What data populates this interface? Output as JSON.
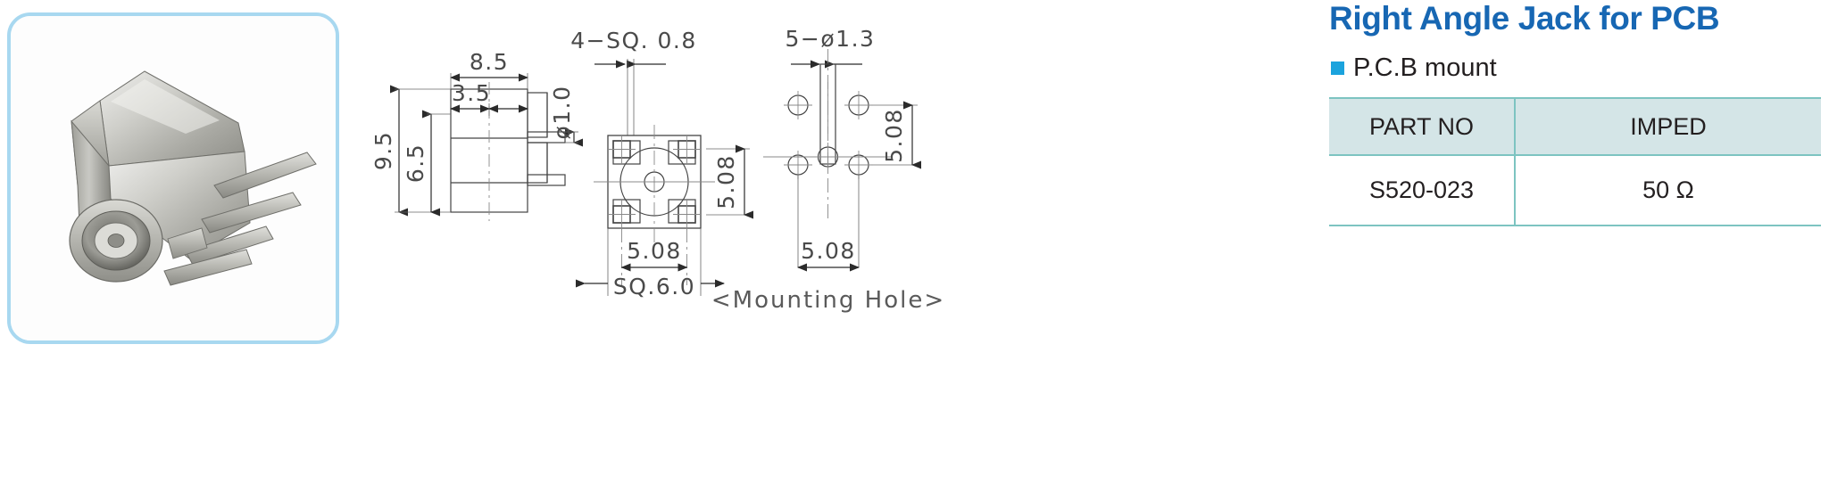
{
  "photo": {
    "alt_name": "right-angle-pcb-jack-connector-photo"
  },
  "drawing": {
    "front_view": {
      "dim_overall_width": "8.5",
      "dim_inner_width": "3.5",
      "dim_overall_height": "9.5",
      "dim_body_height": "6.5",
      "dim_pin_dia": "ø1.0"
    },
    "end_view": {
      "note_four_square": "4−SQ. 0.8",
      "dim_vertical_pitch": "5.08",
      "dim_horizontal_pitch": "5.08",
      "dim_square_body": "SQ.6.0"
    },
    "mounting_hole_view": {
      "note_five_dia": "5−ø1.3",
      "dim_vertical_pitch": "5.08",
      "dim_horizontal_pitch": "5.08",
      "caption": "<Mounting  Hole>"
    }
  },
  "info": {
    "title": "Right Angle Jack for PCB",
    "bullet": "P.C.B mount",
    "accent_blue": "#1767b3",
    "bullet_blue": "#1ba3dd",
    "table_header_bg": "#d4e5e7",
    "table_rule": "#7dc4c1"
  },
  "spec_table": {
    "columns": [
      "PART NO",
      "IMPED"
    ],
    "rows": [
      [
        "S520-023",
        "50 Ω"
      ]
    ]
  }
}
